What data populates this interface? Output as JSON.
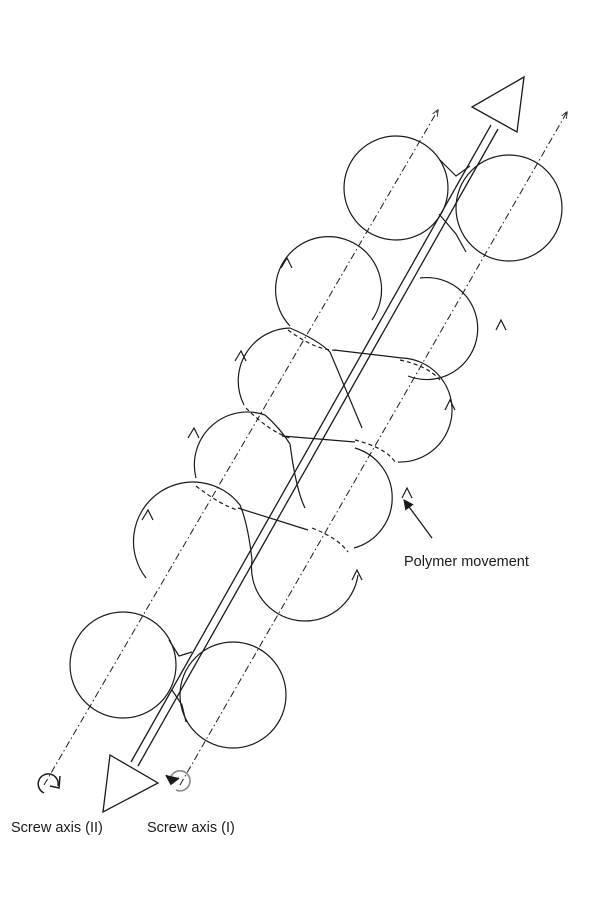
{
  "labels": {
    "polymer_movement": "Polymer movement",
    "screw_axis_2": "Screw axis (II)",
    "screw_axis_1": "Screw axis (I)"
  },
  "colors": {
    "stroke": "#1a1a1a",
    "background": "#ffffff"
  }
}
